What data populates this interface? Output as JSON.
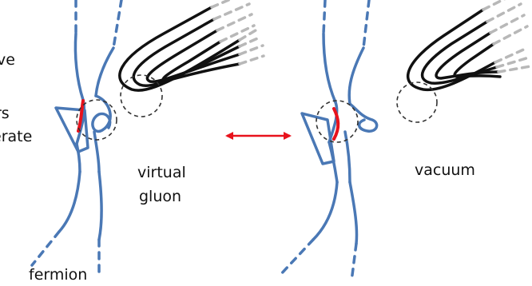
{
  "labels": {
    "fragment_1": "ve",
    "fragment_2": "rs",
    "fragment_3": "erate",
    "virtual_line1": "virtual",
    "virtual_line2": "gluon",
    "vacuum": "vacuum",
    "fermion": "fermion"
  },
  "colors": {
    "string": "#4a78b5",
    "highlight": "#e8121c",
    "gluon": "#111111",
    "fade": "#b8b8b8",
    "circle": "#333333",
    "arrow": "#e8121c"
  },
  "icons": {
    "exchange": "double-headed-arrow-icon"
  }
}
